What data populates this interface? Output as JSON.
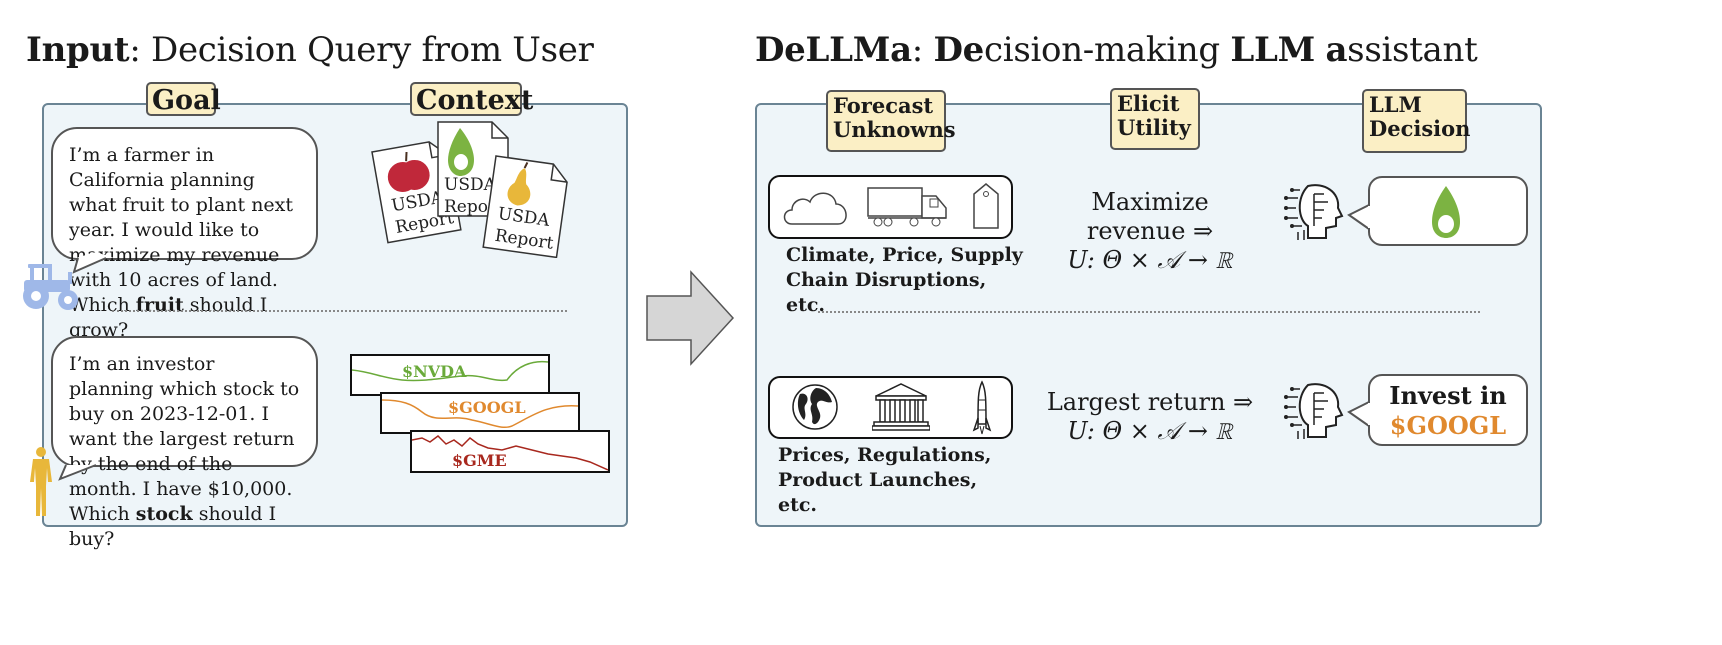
{
  "left": {
    "title_bold": "Input",
    "title_rest": ": Decision Query from User",
    "goal_tag": "Goal",
    "context_tag": "Context",
    "fruit_query_pre": "I’m a farmer in California planning what fruit to plant next year. I would like to maximize my revenue with 10 acres of land. Which ",
    "fruit_query_bold": "fruit",
    "fruit_query_post": " should I grow?",
    "report_usda": "USDA",
    "report_report": "Report",
    "stock_query_pre": "I’m an investor planning which stock to buy on 2023-12-01. I want the largest return by the end of the month. I have $10,000. Which ",
    "stock_query_bold": "stock",
    "stock_query_post": " should I buy?",
    "stocks": [
      {
        "ticker": "$NVDA",
        "color": "#6aaa3a"
      },
      {
        "ticker": "$GOOGL",
        "color": "#e0892e"
      },
      {
        "ticker": "$GME",
        "color": "#a8281e"
      }
    ]
  },
  "right": {
    "title_p1": "DeLLMa",
    "title_p2": ": ",
    "title_p3": "De",
    "title_p4": "cision-making ",
    "title_p5": "LLM",
    "title_p6": " ",
    "title_p7": "a",
    "title_p8": "ssistant",
    "tag_forecast": "Forecast Unknowns",
    "tag_elicit": "Elicit Utility",
    "tag_decision": "LLM Decision",
    "row1_caption": "Climate, Price, Supply Chain Disruptions, etc.",
    "row1_utility": "Maximize revenue ⇒",
    "row2_caption": "Prices, Regulations, Product Launches, etc.",
    "row2_utility": "Largest return ⇒",
    "utility_formula": "U: Θ × 𝒜 → ℝ",
    "invest_in": "Invest in",
    "invest_ticker": "$GOOGL"
  },
  "colors": {
    "panel": "#eef5f9",
    "tag": "#fbefc5",
    "avocado": "#7cb342",
    "googl": "#e0892e",
    "tractor": "#9fb8e8",
    "person": "#e8b73a"
  }
}
